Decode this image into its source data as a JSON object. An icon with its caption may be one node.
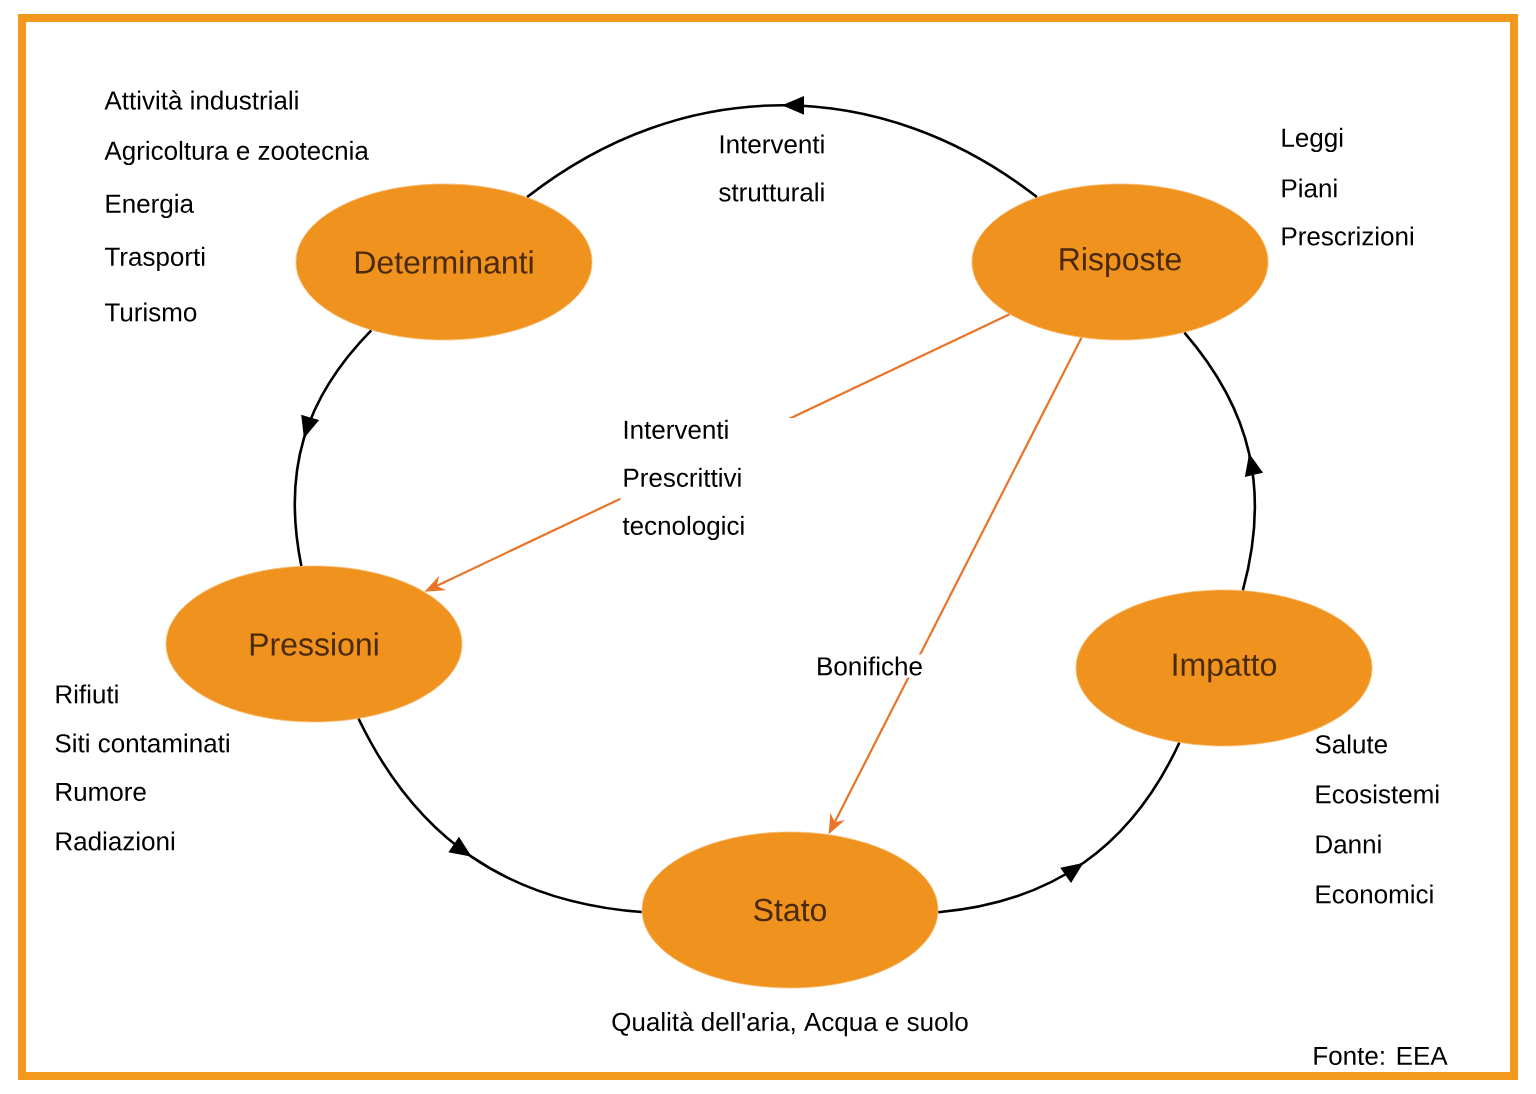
{
  "diagram": {
    "nodes": [
      {
        "text": [
          "Determinanti"
        ],
        "beside": [
          "Attività industriali",
          "Agricoltura e zootecnia",
          "Energia",
          "Trasporti",
          "Turismo"
        ]
      },
      {
        "text": [
          "Risposte"
        ],
        "beside": [
          "Leggi",
          "Piani",
          "Prescrizioni"
        ]
      },
      {
        "text": [
          "Pressioni"
        ],
        "beside": [
          "Rifiuti",
          "Siti contaminati",
          "Rumore",
          "Radiazioni"
        ]
      },
      {
        "text": [
          "Impatto"
        ],
        "beside": [
          "Salute",
          "Ecosistemi",
          "Danni",
          "Economici"
        ]
      },
      {
        "text": [
          "Stato"
        ],
        "beside": [
          "Qualità dell'aria, Acqua e suolo"
        ]
      }
    ],
    "edges": [
      {
        "from": 1,
        "to": 0,
        "arrow": "to",
        "label": "Interventi strutturali"
      },
      {
        "from": 0,
        "to": 2,
        "arrow": "to"
      },
      {
        "from": 2,
        "to": 4,
        "arrow": "to"
      },
      {
        "from": 4,
        "to": 3,
        "arrow": "to"
      },
      {
        "from": 3,
        "to": 1,
        "arrow": "to"
      },
      {
        "from": 1,
        "to": 2,
        "arrow": "to",
        "label": "Interventi Prescrittivi tecnologici",
        "color": "#e8742a"
      },
      {
        "from": 1,
        "to": 4,
        "arrow": "to",
        "label": "Bonifiche",
        "color": "#e8742a"
      }
    ],
    "labels": [
      "Fonte: EEA"
    ]
  }
}
